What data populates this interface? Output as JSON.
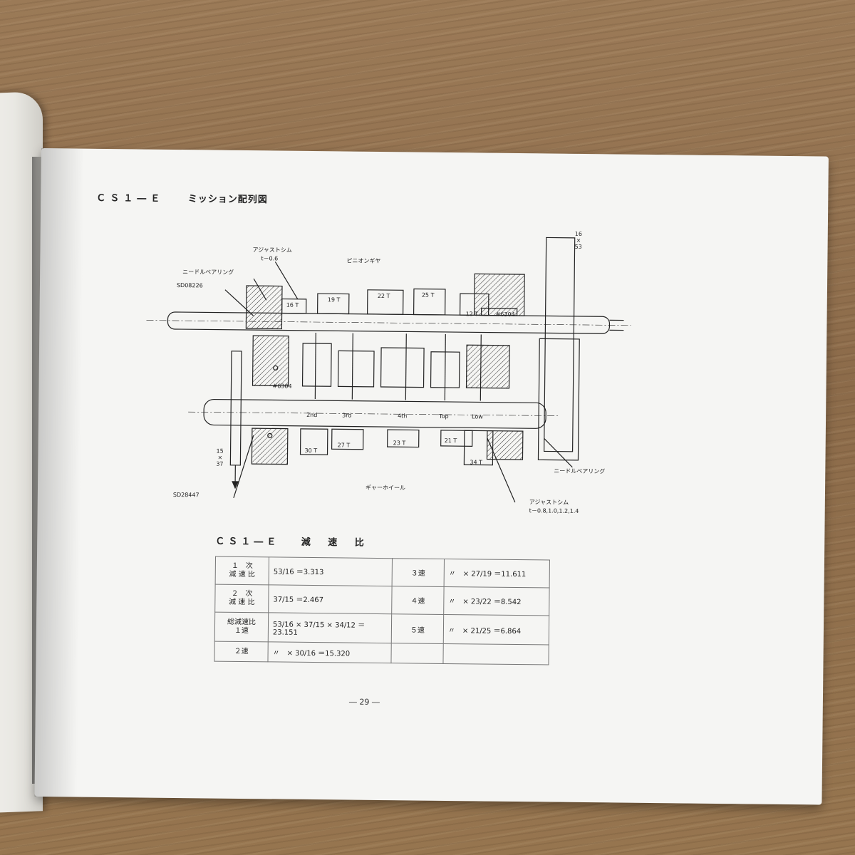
{
  "page": {
    "title_code": "ＣＳ１―Ｅ",
    "title_text": "ミッション配列図",
    "page_number": "― 29 ―"
  },
  "diagram": {
    "labels": {
      "adjust_shim_top": "アジャストシム",
      "adjust_shim_top_t": "t－0.6",
      "needle_bearing_top": "ニードルベアリング",
      "sd08226": "SD08226",
      "pinion_gear": "ピニオンギヤ",
      "ratio_16_53_a": "16",
      "ratio_16_53_x": "×",
      "ratio_16_53_b": "53",
      "t16": "16 T",
      "t19": "19 T",
      "t22": "22 T",
      "t25": "25 T",
      "t12": "12 T",
      "bearing_6304_top": "#6304",
      "bearing_6304_left": "#6304",
      "g2nd": "2nd",
      "g3rd": "3rd",
      "g4th": "4th",
      "gtop": "Top",
      "glow": "Low",
      "ratio_15_37_a": "15",
      "ratio_15_37_x": "×",
      "ratio_15_37_b": "37",
      "t30": "30 T",
      "t27": "27 T",
      "t23": "23 T",
      "t21": "21 T",
      "t34": "34 T",
      "needle_bearing_bottom": "ニードルベアリング",
      "gear_wheel": "ギャーホイール",
      "sd28447": "SD28447",
      "adjust_shim_bottom": "アジャストシム",
      "adjust_shim_bottom_t": "t－0.8,1.0,1.2,1.4"
    }
  },
  "ratio_section": {
    "title_code": "ＣＳ１―Ｅ",
    "title_text": "減 速 比",
    "rows": [
      {
        "left_label_1": "１　次",
        "left_label_2": "減 速 比",
        "left_value": "53/16 ＝3.313",
        "right_label": "３速",
        "right_value": "〃　× 27/19 ＝11.611"
      },
      {
        "left_label_1": "２　次",
        "left_label_2": "減 速 比",
        "left_value": "37/15 ＝2.467",
        "right_label": "４速",
        "right_value": "〃　× 23/22 ＝8.542"
      },
      {
        "left_label_1": "総減速比",
        "left_label_2": "１速",
        "left_value": "53/16 × 37/15 × 34/12 ＝23.151",
        "right_label": "５速",
        "right_value": "〃　× 21/25 ＝6.864"
      },
      {
        "left_label_1": "２速",
        "left_label_2": "",
        "left_value": "〃　× 30/16 ＝15.320",
        "right_label": "",
        "right_value": ""
      }
    ]
  }
}
